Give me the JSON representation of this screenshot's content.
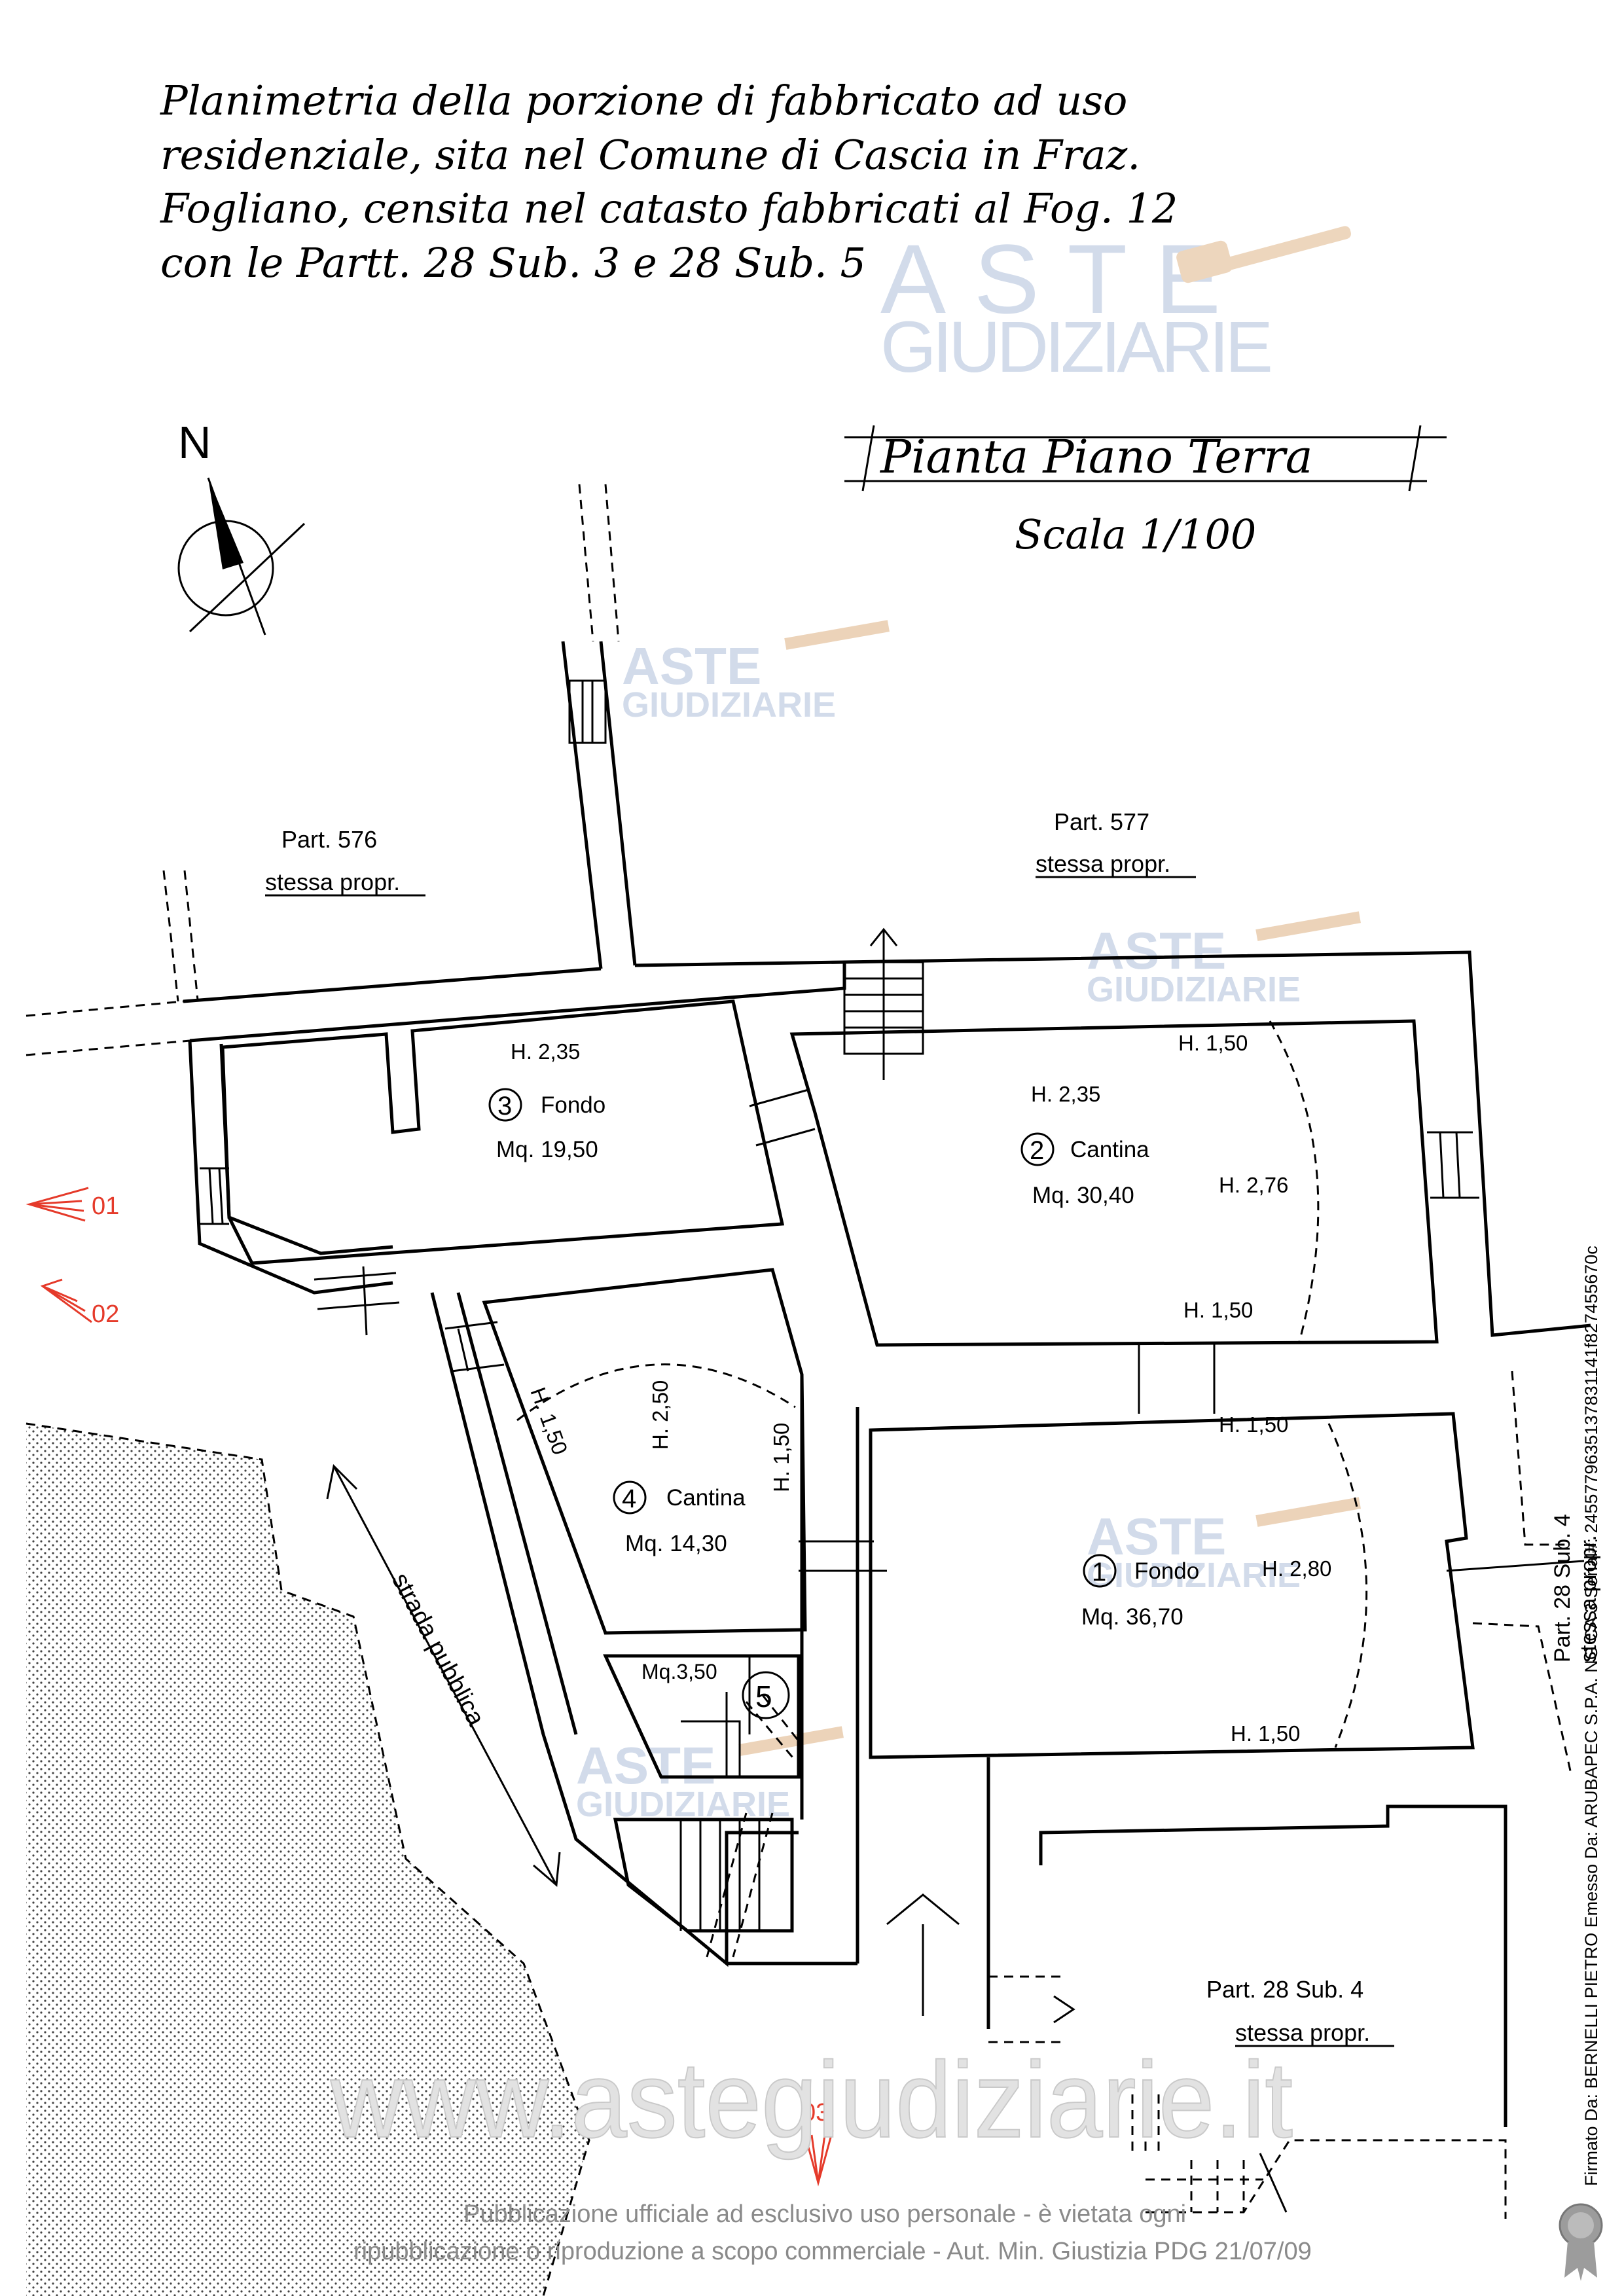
{
  "title": {
    "line1": "Planimetria della porzione di fabbricato ad uso",
    "line2": "residenziale, sita nel Comune di Cascia in Fraz.",
    "line3": "Fogliano, censita nel catasto fabbricati al Fog. 12",
    "line4": "con le Partt. 28 Sub. 3 e 28 Sub. 5"
  },
  "plan": {
    "name": "Pianta Piano Terra",
    "scale": "Scala 1/100",
    "north": "N"
  },
  "neighbors": {
    "p576_name": "Part. 576",
    "p576_note": "stessa propr.",
    "p577_name": "Part. 577",
    "p577_note": "stessa propr.",
    "sub4_name": "Part. 28 Sub. 4",
    "sub4_note": "stessa propr.",
    "sub4_vertical": "Part. 28 Sub. 4",
    "sub4_vertical_note": "stessa propr."
  },
  "rooms": {
    "r1": {
      "num": "1",
      "name": "Fondo",
      "area": "Mq. 36,70",
      "h_top": "H. 1,50",
      "h_mid": "H. 2,80",
      "h_bot": "H. 1,50"
    },
    "r2": {
      "num": "2",
      "name": "Cantina",
      "area": "Mq. 30,40",
      "h_main": "H. 2,35",
      "h_top": "H. 1,50",
      "h_mid": "H. 2,76",
      "h_bot": "H. 1,50"
    },
    "r3": {
      "num": "3",
      "name": "Fondo",
      "area": "Mq. 19,50",
      "h_main": "H. 2,35"
    },
    "r4": {
      "num": "4",
      "name": "Cantina",
      "area": "Mq. 14,30",
      "h_left": "H. 1,50",
      "h_mid": "H. 2,50",
      "h_right": "H. 1,50"
    },
    "r5": {
      "num": "5",
      "area": "Mq.3,50"
    }
  },
  "street": "strada pubblica",
  "markers": {
    "m01": "01",
    "m02": "02",
    "m03": "03"
  },
  "watermark": {
    "brand_top": "ASTE",
    "brand_bottom": "GIUDIZIARIE",
    "site": "www.astegiudiziarie.it"
  },
  "footer": {
    "line1": "Pubblicazione ufficiale ad esclusivo uso personale - è vietata ogni",
    "line2": "ripubblicazione o riproduzione a scopo commerciale - Aut. Min. Giustizia PDG 21/07/09"
  },
  "signature": "Firmato Da: BERNELLI PIETRO Emesso Da: ARUBAPEC S.P.A. NG CA 3 Serial#: 2455779635137831141f827455670c",
  "colors": {
    "ink": "#000000",
    "marker": "#e53a2a",
    "watermark_blue": "#b9c8e0",
    "watermark_gavel": "#e8c9a8",
    "footer_text": "#8a8a8a"
  }
}
